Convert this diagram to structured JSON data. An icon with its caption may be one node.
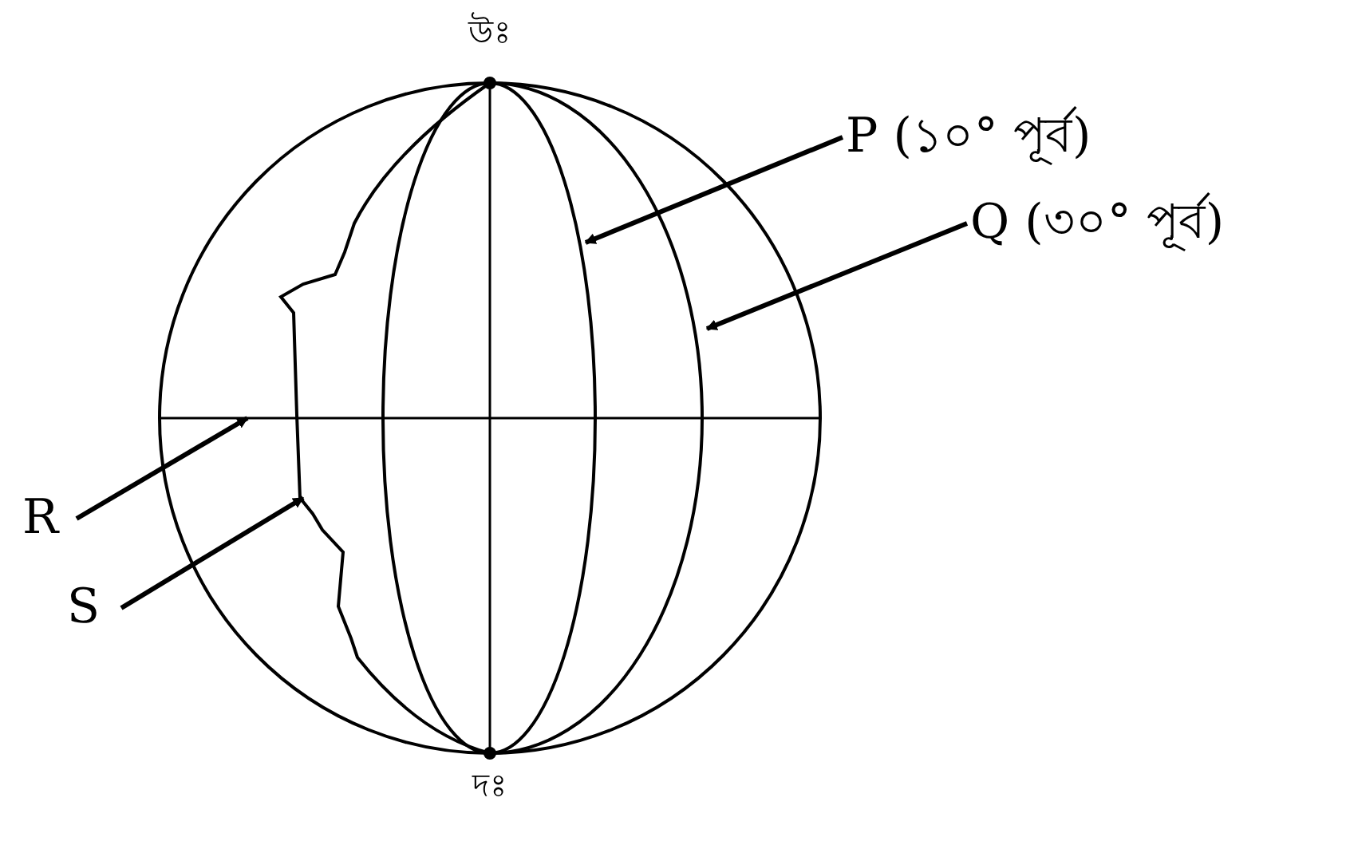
{
  "diagram": {
    "nodes": [
      {
        "text": [
          "P (১০° পূর্ব)"
        ]
      },
      {
        "text": [
          "Q (৩০° পূর্ব)"
        ]
      },
      {
        "text": [
          "R"
        ]
      },
      {
        "text": [
          "S"
        ]
      }
    ],
    "edges": [
      {
        "from": 0,
        "to": null,
        "arrow": "to"
      },
      {
        "from": 1,
        "to": null,
        "arrow": "to"
      },
      {
        "from": 2,
        "to": null,
        "arrow": "to"
      },
      {
        "from": 3,
        "to": null,
        "arrow": "to"
      }
    ],
    "labels": [
      "উঃ",
      "দঃ"
    ]
  }
}
